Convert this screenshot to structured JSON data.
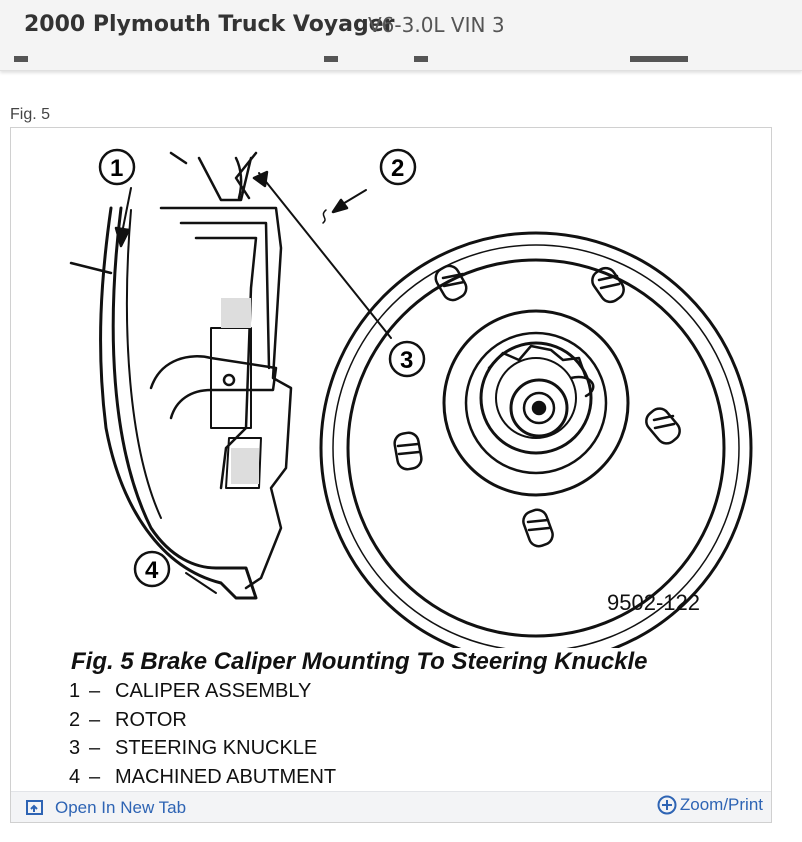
{
  "header": {
    "title": "2000 Plymouth Truck Voyager",
    "subtitle": "V6-3.0L VIN 3"
  },
  "figure": {
    "label": "Fig. 5",
    "code": "9502-122",
    "caption": "Fig. 5 Brake Caliper Mounting To Steering Knuckle",
    "callouts": [
      "1",
      "2",
      "3",
      "4"
    ],
    "legend": [
      {
        "num": "1",
        "dash": "–",
        "text": "CALIPER ASSEMBLY"
      },
      {
        "num": "2",
        "dash": "–",
        "text": "ROTOR"
      },
      {
        "num": "3",
        "dash": "–",
        "text": "STEERING KNUCKLE"
      },
      {
        "num": "4",
        "dash": "–",
        "text": "MACHINED ABUTMENT"
      }
    ]
  },
  "footer": {
    "open_label": "Open In New Tab",
    "zoom_label": "Zoom/Print",
    "open_icon": "open-in-new-tab-icon",
    "zoom_icon": "zoom-plus-icon"
  },
  "colors": {
    "link": "#2e64b4",
    "header_bg": "#f4f4f4",
    "footer_bg": "#f3f4f6"
  }
}
